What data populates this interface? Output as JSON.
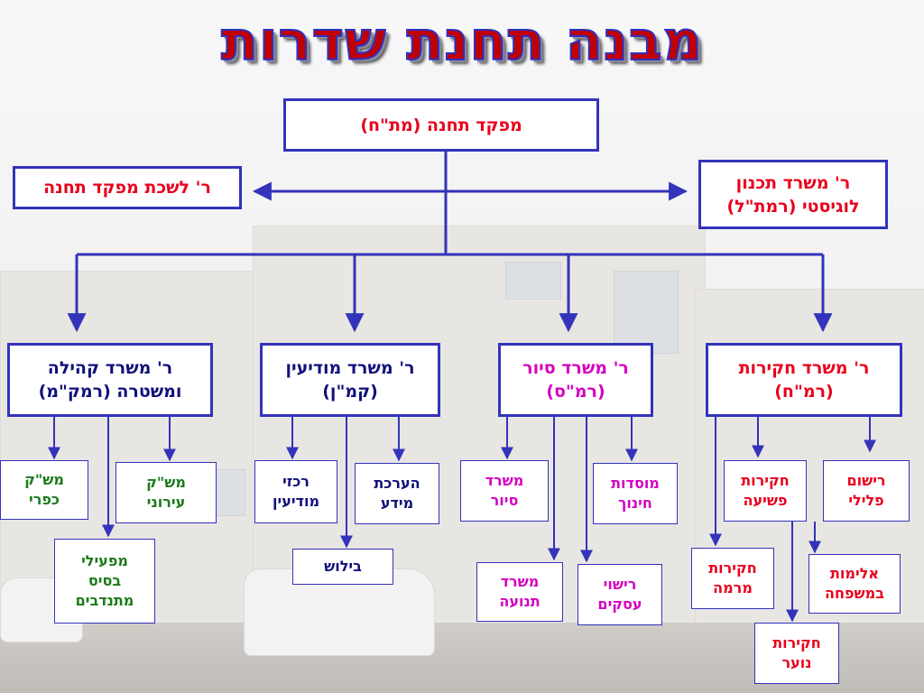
{
  "title": "מבנה תחנת שדרות",
  "colors": {
    "line": "#3333bb",
    "red": "#e8001c",
    "green": "#1a7a1a",
    "magenta": "#d400c0",
    "navy": "#10107a"
  },
  "boxes": {
    "commander": "מפקד תחנה (מת\"ח)",
    "bureau_head": "ר' לשכת מפקד תחנה",
    "planning_logistics": "ר' משרד תכנון\nלוגיסטי (רמת\"ל)",
    "community": "ר' משרד קהילה\nומשטרה (רמק\"מ)",
    "intelligence": "ר' משרד מודיעין\n(קמ\"ן)",
    "patrol": "ר' משרד סיור\n(רמ\"ס)",
    "investigations": "ר' משרד חקירות\n(רמ\"ח)",
    "rural_coordinator": "מש\"ק\nכפרי",
    "urban_coordinator": "מש\"ק\nעירוני",
    "volunteer_operators": "מפעילי\nבסיס\nמתנדבים",
    "intel_coordinators": "רכזי\nמודיעין",
    "info_assessment": "הערכת\nמידע",
    "undercover": "בילוש",
    "patrol_office": "משרד\nסיור",
    "education": "מוסדות\nחינוך",
    "traffic_office": "משרד\nתנועה",
    "business_licensing": "רישוי\nעסקים",
    "crime_investigations": "חקירות\nפשיעה",
    "criminal_records": "רישום\nפלילי",
    "fraud_investigations": "חקירות\nמרמה",
    "domestic_violence": "אלימות\nבמשפחה",
    "youth_investigations": "חקירות\nנוער"
  }
}
